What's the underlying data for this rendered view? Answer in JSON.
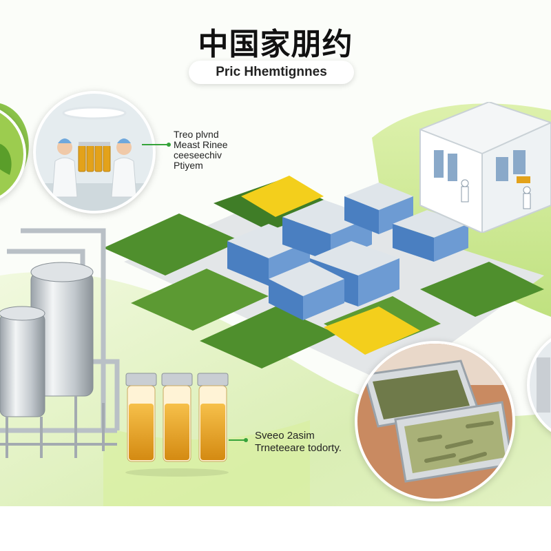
{
  "title": "中国家朋约",
  "subtitle": "Pric Hhemtignnes",
  "lab_label": {
    "line1": "Treo plvnd",
    "line2": "Meast Rinee",
    "line3": "ceeseechiv",
    "line4": "Ptiyem"
  },
  "product_label": {
    "line1": "Sveeo 2asim",
    "line2": "Trneteeare todorty."
  },
  "colors": {
    "accent_green": "#35a33a",
    "light_green": "#c8e58a",
    "building_blue": "#4a7fc1",
    "steel": "#c9ced3",
    "amber": "#e3a21a",
    "flower_yellow": "#f3cf1c"
  },
  "icons": [
    "lab-scientists-image",
    "steel-tanks-image",
    "vials-image",
    "farm-factory-image",
    "herbs-tray-image",
    "clean-room-image"
  ]
}
